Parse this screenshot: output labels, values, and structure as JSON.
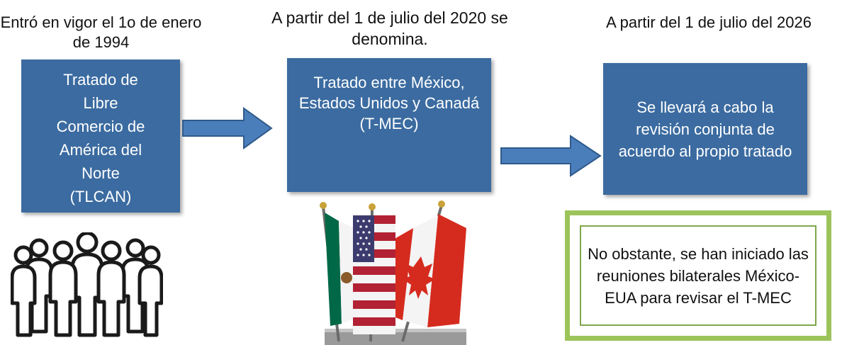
{
  "captions": {
    "left": "Entró en vigor el 1o de enero de 1994",
    "middle": "A partir del 1 de julio del 2020 se denomina.",
    "right": "A partir del 1 de julio del 2026"
  },
  "boxes": {
    "tlcan": "Tratado de Libre Comercio de América del Norte (TLCAN)",
    "tmec": "Tratado entre México, Estados Unidos y Canadá (T-MEC)",
    "revision": "Se llevará a cabo la revisión conjunta de acuerdo al propio tratado"
  },
  "note": "No obstante, se han iniciado las reuniones bilaterales México-EUA para revisar el T-MEC",
  "icons": {
    "people": "people-group-icon",
    "flags": "mexico-usa-canada-flags",
    "arrow": "right-arrow"
  },
  "colors": {
    "box_fill": "#3b6ba0",
    "arrow_fill": "#4a7ebb",
    "frame_green": "#9cc45a"
  }
}
